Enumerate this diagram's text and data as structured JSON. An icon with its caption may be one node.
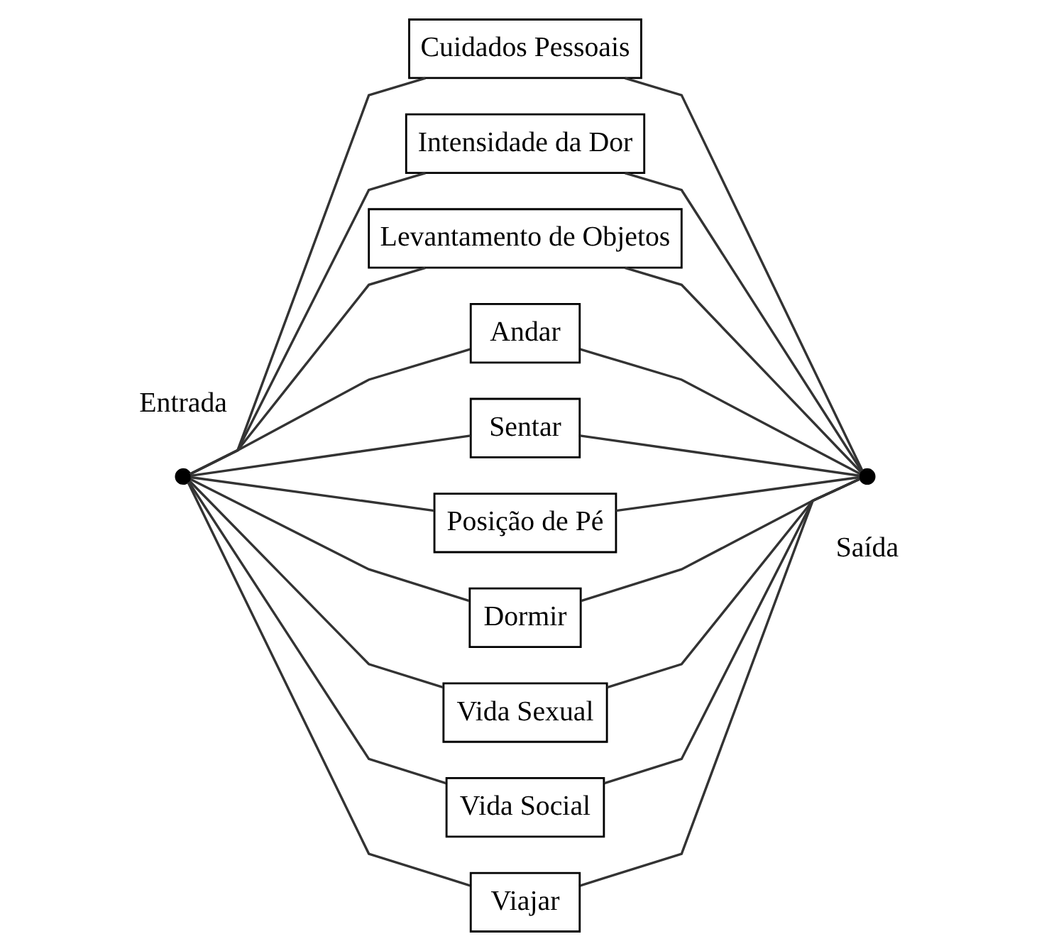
{
  "diagram": {
    "nodes": [
      {
        "text": [],
        "shape": "circle",
        "beside": [
          "Entrada"
        ]
      },
      {
        "text": [
          "Cuidados Pessoais"
        ]
      },
      {
        "text": [
          "Intensidade da Dor"
        ]
      },
      {
        "text": [
          "Levantamento de Objetos"
        ]
      },
      {
        "text": [
          "Andar"
        ]
      },
      {
        "text": [
          "Sentar"
        ]
      },
      {
        "text": [
          "Posição de Pé"
        ]
      },
      {
        "text": [
          "Dormir"
        ]
      },
      {
        "text": [
          "Vida Sexual"
        ]
      },
      {
        "text": [
          "Vida Social"
        ]
      },
      {
        "text": [
          "Viajar"
        ]
      },
      {
        "text": [],
        "shape": "circle",
        "beside": [
          "Saída"
        ]
      }
    ],
    "edges": [
      {
        "from": 0,
        "to": 1,
        "arrow": "none"
      },
      {
        "from": 0,
        "to": 2,
        "arrow": "none"
      },
      {
        "from": 0,
        "to": 3,
        "arrow": "none"
      },
      {
        "from": 0,
        "to": 4,
        "arrow": "none"
      },
      {
        "from": 0,
        "to": 5,
        "arrow": "none"
      },
      {
        "from": 0,
        "to": 6,
        "arrow": "none"
      },
      {
        "from": 0,
        "to": 7,
        "arrow": "none"
      },
      {
        "from": 0,
        "to": 8,
        "arrow": "none"
      },
      {
        "from": 0,
        "to": 9,
        "arrow": "none"
      },
      {
        "from": 0,
        "to": 10,
        "arrow": "none"
      },
      {
        "from": 1,
        "to": 11,
        "arrow": "none"
      },
      {
        "from": 2,
        "to": 11,
        "arrow": "none"
      },
      {
        "from": 3,
        "to": 11,
        "arrow": "none"
      },
      {
        "from": 4,
        "to": 11,
        "arrow": "none"
      },
      {
        "from": 5,
        "to": 11,
        "arrow": "none"
      },
      {
        "from": 6,
        "to": 11,
        "arrow": "none"
      },
      {
        "from": 7,
        "to": 11,
        "arrow": "none"
      },
      {
        "from": 8,
        "to": 11,
        "arrow": "none"
      },
      {
        "from": 9,
        "to": 11,
        "arrow": "none"
      },
      {
        "from": 10,
        "to": 11,
        "arrow": "none"
      }
    ]
  }
}
